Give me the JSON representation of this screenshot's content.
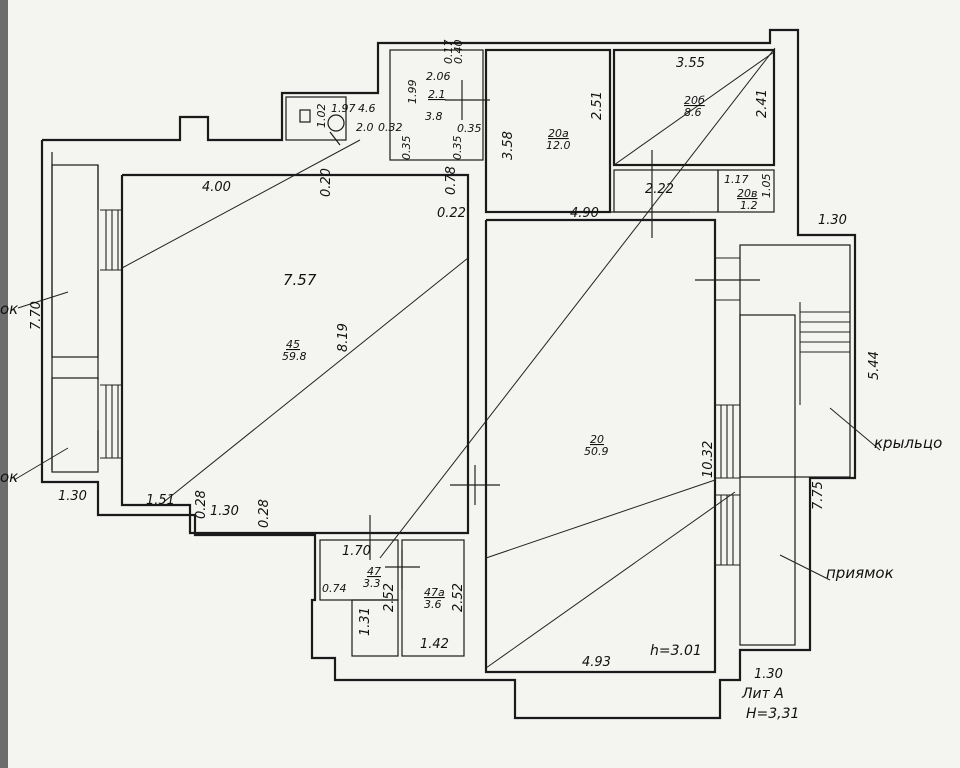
{
  "rooms": [
    {
      "id": "main-hall",
      "number": "45",
      "area": "59.8"
    },
    {
      "id": "big-room",
      "number": "20",
      "area": "50.9"
    },
    {
      "id": "room-20a",
      "number": "20a",
      "area": "12.0"
    },
    {
      "id": "room-20b",
      "number": "20б",
      "area": "8.6"
    },
    {
      "id": "room-20v",
      "number": "20в",
      "area": "1.2"
    },
    {
      "id": "small-47",
      "number": "47",
      "area": "3.3"
    },
    {
      "id": "small-47a",
      "number": "47a",
      "area": "3.6"
    },
    {
      "id": "wc-room",
      "number": "2.1",
      "area": "3.8"
    }
  ],
  "dimensions": {
    "d400": "4.00",
    "d020a": "0.20",
    "d078": "0.78",
    "d022": "0.22",
    "d757": "7.57",
    "d819": "8.19",
    "d770": "7.70",
    "d130a": "1.30",
    "d151": "1.51",
    "d028a": "0.28",
    "d130b": "1.30",
    "d028b": "0.28",
    "d170": "1.70",
    "d074": "0.74",
    "d252a": "2.52",
    "d131": "1.31",
    "d252b": "2.52",
    "d142": "1.42",
    "d490": "4.90",
    "d1032": "10.32",
    "d493": "4.93",
    "h_inner": "h=3.01",
    "d355": "3.55",
    "d241": "2.41",
    "d251": "2.51",
    "d358": "3.58",
    "d222": "2.22",
    "d117": "1.17",
    "d105": "1.05",
    "d130c": "1.30",
    "d544": "5.44",
    "d775": "7.75",
    "d130d": "1.30",
    "d199": "1.99",
    "d206": "2.06",
    "d197": "1.97",
    "d46": "4.6",
    "d20": "2.0",
    "d032": "0.32",
    "d035": "0.35",
    "d035b": "0.35",
    "d035c": "0.35",
    "d017": "0.17",
    "d040": "0.40",
    "d102": "1.02"
  },
  "labels": {
    "porch": "крыльцо",
    "pit": "приямок",
    "liter": "Лит А",
    "height": "H=3,31",
    "left_top": "ок",
    "left_bottom": "ок"
  }
}
